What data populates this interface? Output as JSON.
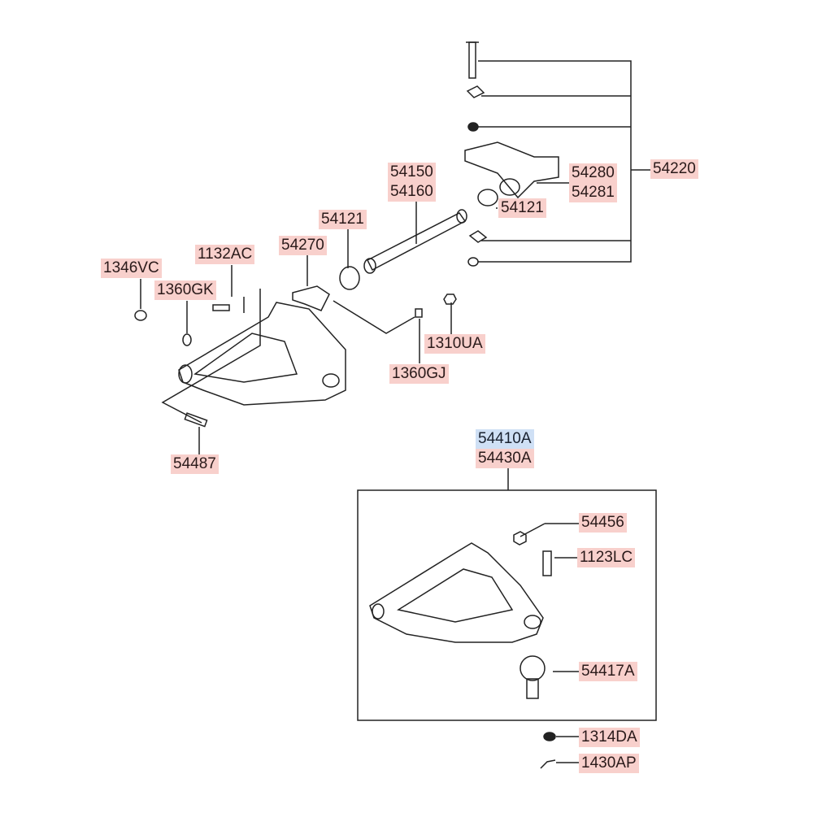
{
  "colors": {
    "label_bg": "#f8d0cc",
    "highlight_bg": "#cfe0f5",
    "line": "#222222"
  },
  "labels": {
    "p54150": "54150",
    "p54160": "54160",
    "p54280": "54280",
    "p54281": "54281",
    "p54220": "54220",
    "p54121_right": "54121",
    "p54121_left": "54121",
    "p54270": "54270",
    "p1132AC": "1132AC",
    "p1346VC": "1346VC",
    "p1360GK": "1360GK",
    "p1310UA": "1310UA",
    "p1360GJ": "1360GJ",
    "p54487": "54487",
    "p54410A": "54410A",
    "p54430A": "54430A",
    "p54456": "54456",
    "p1123LC": "1123LC",
    "p54417A": "54417A",
    "p1314DA": "1314DA",
    "p1430AP": "1430AP"
  }
}
